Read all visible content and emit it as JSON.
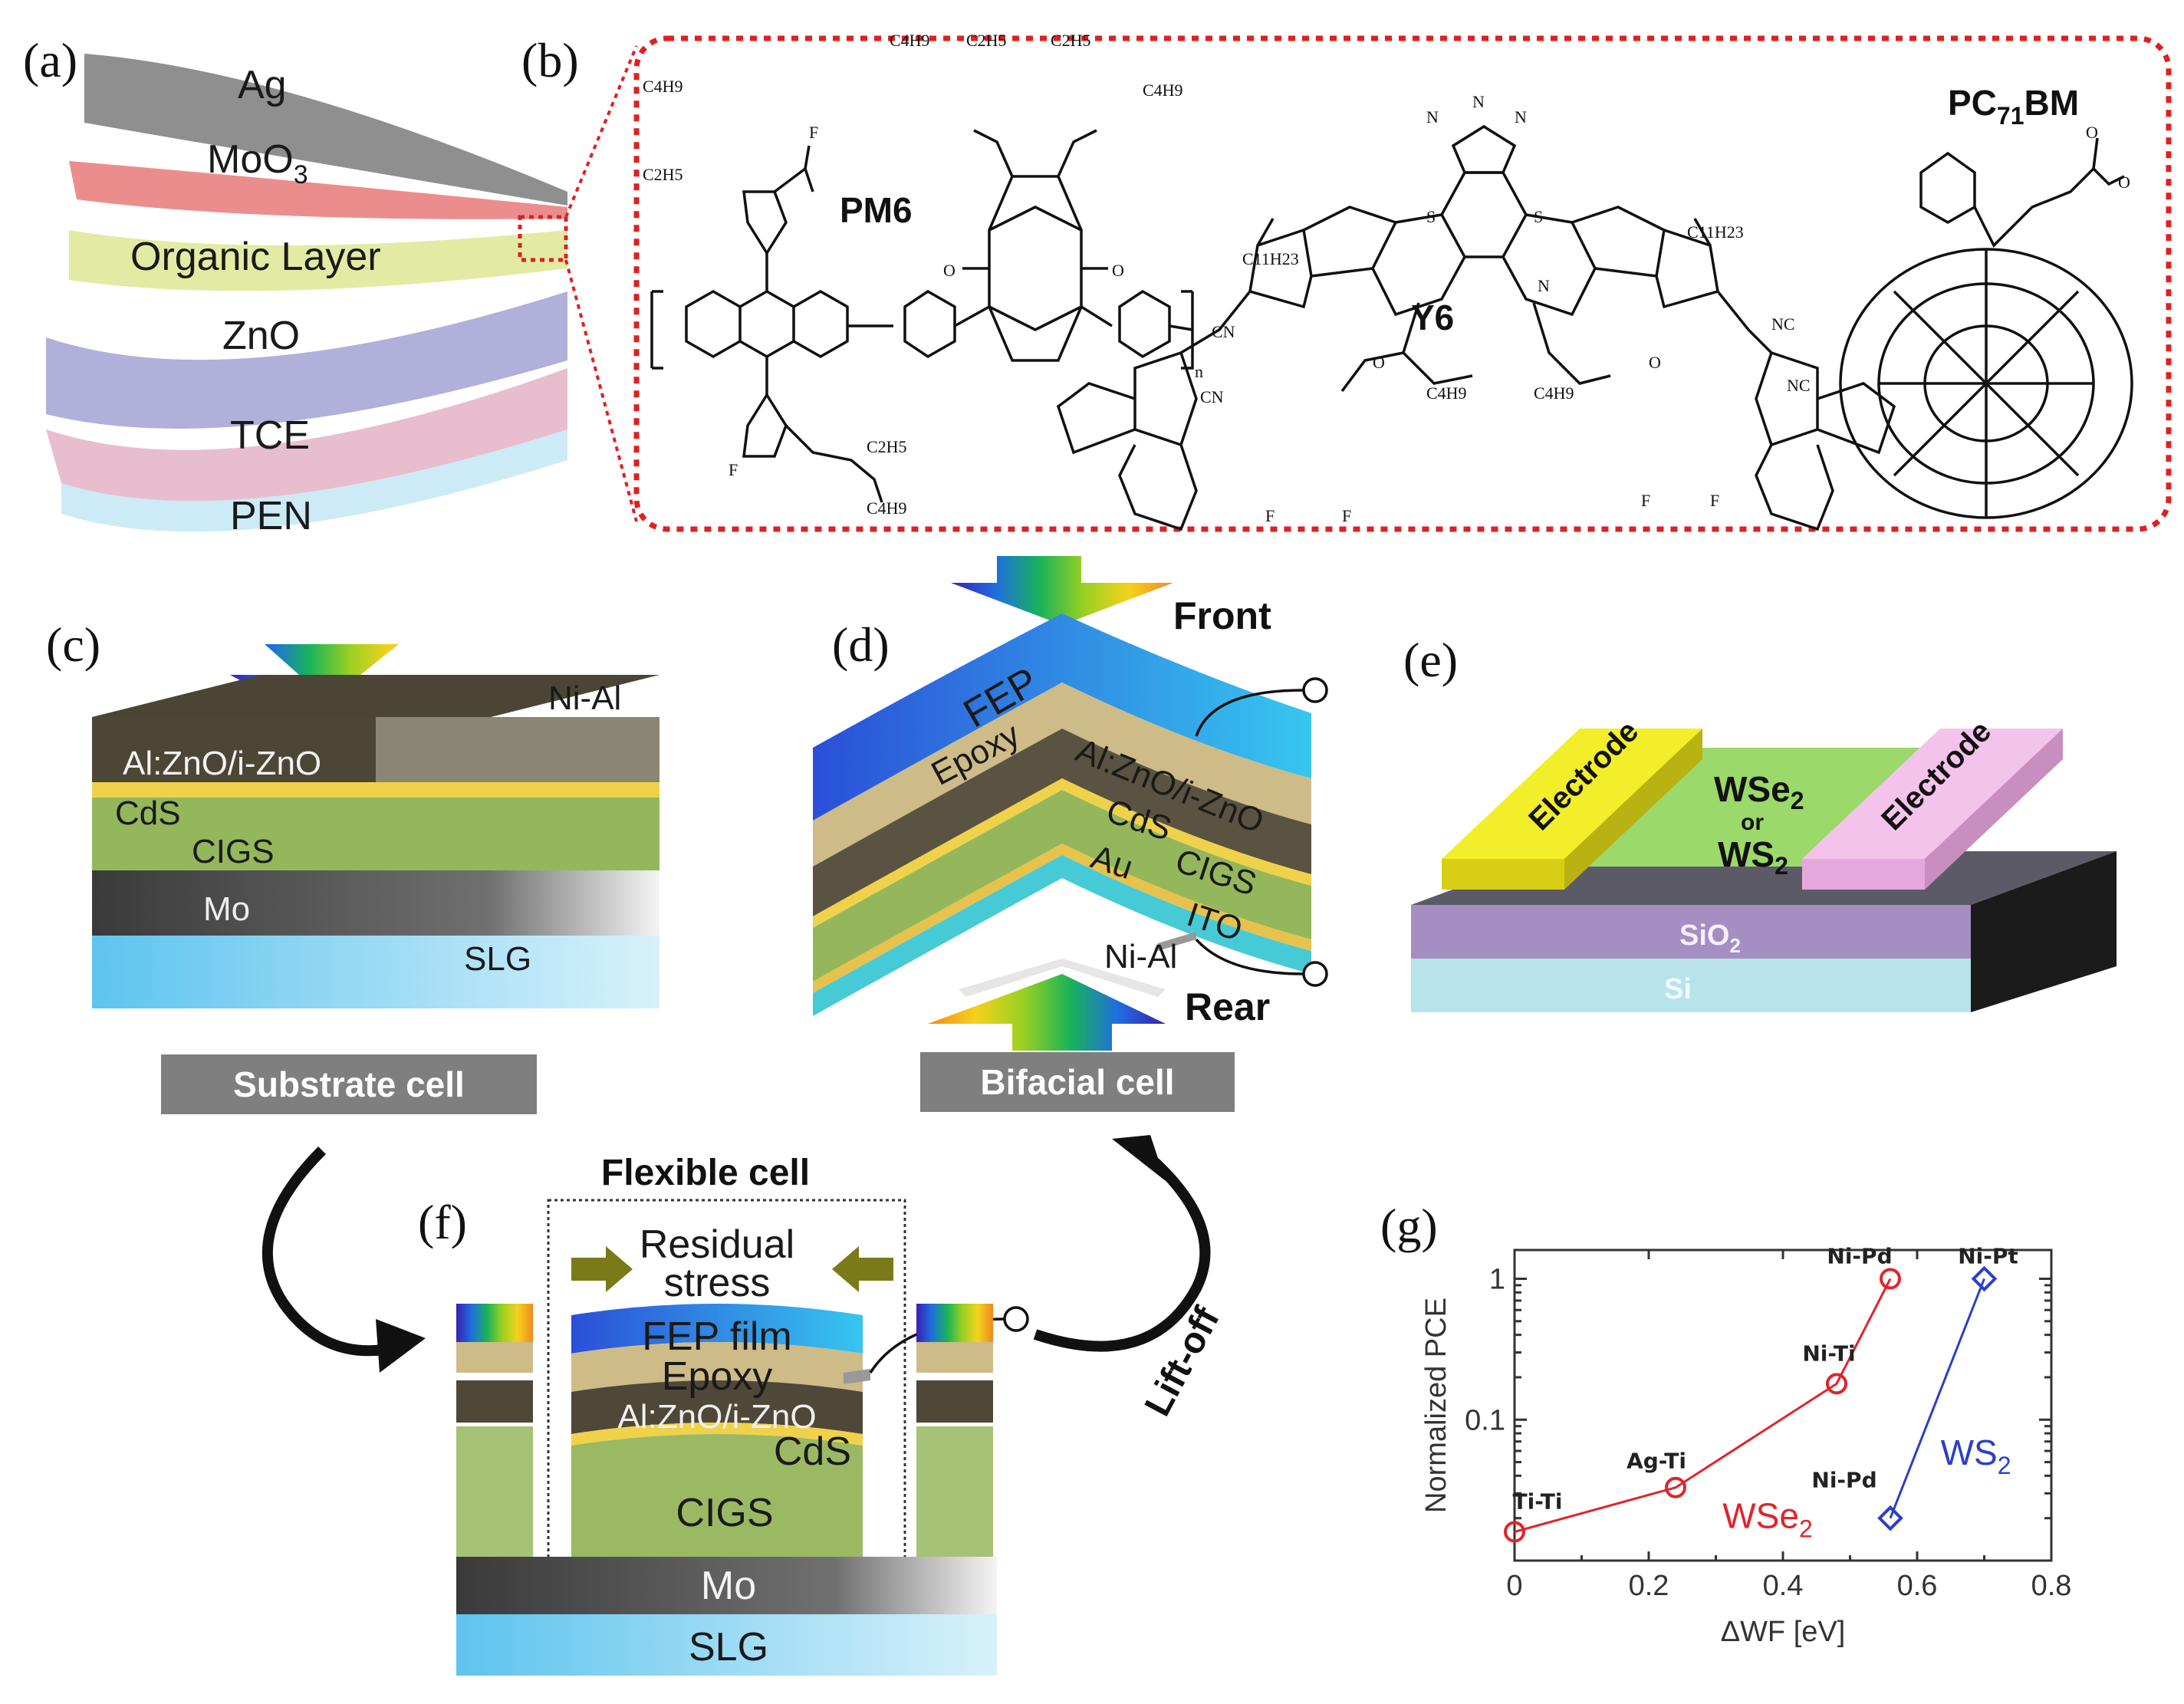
{
  "panels": {
    "a": {
      "label": "(a)",
      "layers": [
        "Ag",
        "MoO",
        "3",
        "Organic Layer",
        "ZnO",
        "TCE",
        "PEN"
      ]
    },
    "b": {
      "label": "(b)",
      "molecules": [
        "PM6",
        "Y6",
        "PC",
        "71",
        "BM"
      ]
    },
    "c": {
      "label": "(c)",
      "contact": "Ni-Al",
      "layers": [
        "Al:ZnO/i-ZnO",
        "CdS",
        "CIGS",
        "Mo",
        "SLG"
      ],
      "caption": "Substrate cell"
    },
    "d": {
      "label": "(d)",
      "front": "Front",
      "rear": "Rear",
      "contact": "Ni-Al",
      "layers": [
        "FEP",
        "Epoxy",
        "Al:ZnO/i-ZnO",
        "CdS",
        "CIGS",
        "Au",
        "ITO"
      ],
      "caption": "Bifacial cell"
    },
    "e": {
      "label": "(e)",
      "electrode_left": "Electrode",
      "electrode_right": "Electrode",
      "channel": [
        "WSe",
        "2",
        "or",
        "WS",
        "2"
      ],
      "layers": [
        "SiO",
        "2",
        "Si"
      ]
    },
    "f": {
      "label": "(f)",
      "title": "Flexible cell",
      "stress": [
        "Residual",
        "stress"
      ],
      "layers": [
        "FEP film",
        "Epoxy",
        "Al:ZnO/i-ZnO",
        "CdS",
        "CIGS",
        "Mo",
        "SLG"
      ],
      "liftoff": "Lift-off"
    },
    "g": {
      "label": "(g)"
    }
  },
  "chem_labels": {
    "C4H9": "C4H9",
    "C2H5": "C2H5",
    "C11H23": "C11H23",
    "F": "F",
    "S": "S",
    "N": "N",
    "O": "O",
    "CN": "CN",
    "NC": "NC",
    "n": "n"
  },
  "chart_data": {
    "type": "line",
    "xlabel": "ΔWF [eV]",
    "ylabel": "Normalized PCE",
    "x_scale": "linear",
    "y_scale": "log",
    "xlim": [
      0,
      0.8
    ],
    "xticks": [
      "0",
      "0.2",
      "0.4",
      "0.6",
      "0.8"
    ],
    "yticks": [
      "1",
      "0.1"
    ],
    "series": [
      {
        "name": "WSe",
        "name_sub": "2",
        "color": "#e0242b",
        "marker": "circle",
        "points": [
          {
            "x": 0.0,
            "y": 0.016,
            "label": "Ti-Ti"
          },
          {
            "x": 0.24,
            "y": 0.033,
            "label": "Ag-Ti"
          },
          {
            "x": 0.48,
            "y": 0.18,
            "label": "Ni-Ti"
          },
          {
            "x": 0.56,
            "y": 1.0,
            "label": "Ni-Pd"
          }
        ]
      },
      {
        "name": "WS",
        "name_sub": "2",
        "color": "#2a3fc8",
        "marker": "diamond",
        "points": [
          {
            "x": 0.56,
            "y": 0.02,
            "label": "Ni-Pd"
          },
          {
            "x": 0.7,
            "y": 1.0,
            "label": "Ni-Pt"
          }
        ]
      }
    ]
  }
}
